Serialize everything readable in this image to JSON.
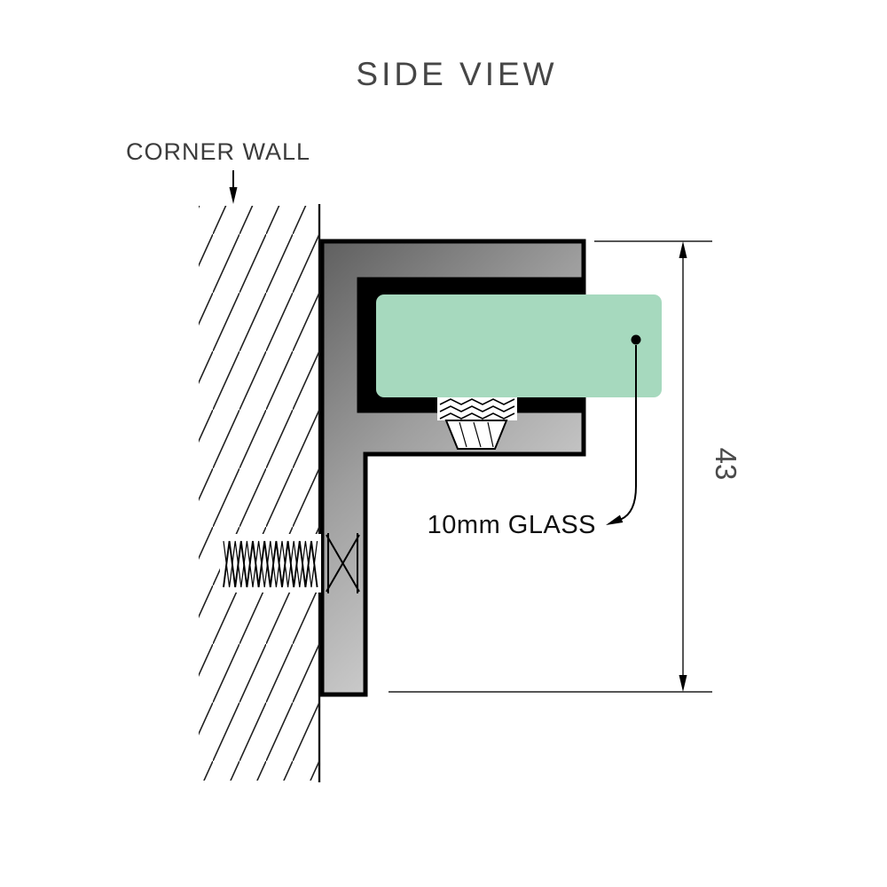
{
  "title": "SIDE VIEW",
  "labels": {
    "corner_wall": "CORNER WALL",
    "glass": "10mm GLASS",
    "dimension_value": "43"
  },
  "colors": {
    "glass": "#A6D9BE",
    "bracket_dark": "#5f5f5f",
    "bracket_mid": "#9e9e9e",
    "bracket_light": "#dcdcdc",
    "outline": "#000000",
    "label_text": "#3c3c3c"
  }
}
